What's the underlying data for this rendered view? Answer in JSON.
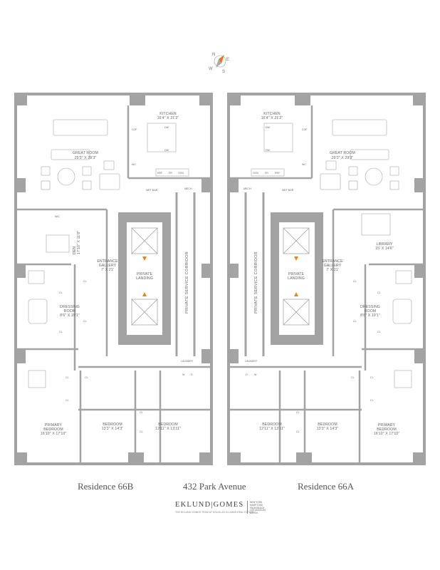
{
  "compass": {
    "n": "N",
    "e": "E",
    "s": "S",
    "w": "W"
  },
  "residence_b": {
    "title": "Residence 66B",
    "great_room": {
      "name": "GREAT ROOM",
      "dims": "29'3\" X 29'3\""
    },
    "kitchen": {
      "name": "KITCHEN",
      "dims": "16'4\" X 21'2\""
    },
    "den": {
      "name": "DEN",
      "dims": "17'10\" X 11'8\""
    },
    "entrance": {
      "name": "ENTRANCE",
      "name2": "GALLERY",
      "dims": "7' X 21'"
    },
    "dressing": {
      "name": "DRESSING",
      "name2": "ROOM",
      "dims": "8'6\" X 19'1\""
    },
    "primary": {
      "name": "PRIMARY",
      "name2": "BEDROOM",
      "dims": "16'10\" X 17'10\""
    },
    "bed1": {
      "name": "BEDROOM",
      "dims": "13'3\" X 14'3\""
    },
    "bed2": {
      "name": "BEDROOM",
      "dims": "12'11\" X 13'11\""
    },
    "wic": "WIC",
    "wet_bar": "WET BAR",
    "mech": "MECH",
    "laundry": "LAUNDRY",
    "cl": "CL",
    "w": "W",
    "d": "D",
    "dw": "DW",
    "cof": "COF",
    "wc": "WC",
    "ref": "REF",
    "fr": "FR",
    "ovn": "OVN"
  },
  "residence_a": {
    "title": "Residence 66A",
    "great_room": {
      "name": "GREAT ROOM",
      "dims": "29'3\" X 29'3\""
    },
    "kitchen": {
      "name": "KITCHEN",
      "dims": "16'4\" X 21'2\""
    },
    "library": {
      "name": "LIBRARY",
      "dims": "15' X 14'6\""
    },
    "entrance": {
      "name": "ENTRANCE",
      "name2": "GALLERY",
      "dims": "7' X 21'"
    },
    "dressing": {
      "name": "DRESSING",
      "name2": "ROOM",
      "dims": "8'6\" X 19'1\""
    },
    "primary": {
      "name": "PRIMARY",
      "name2": "BEDROOM",
      "dims": "16'10\" X 17'10\""
    },
    "bed1": {
      "name": "BEDROOM",
      "dims": "12'11\" X 13'11\""
    },
    "bed2": {
      "name": "BEDROOM",
      "dims": "13'3\" X 14'3\""
    },
    "wet_bar": "WET BAR",
    "mech": "MECH",
    "laundry": "LAUNDRY",
    "cl": "CL",
    "w": "W",
    "d": "D",
    "dw": "DW",
    "cof": "COF",
    "wc": "WC",
    "ref": "REF",
    "fr": "FR",
    "ovn": "OVN"
  },
  "core": {
    "private_landing": "PRIVATE",
    "private_landing2": "LANDING",
    "corridor_label": "PRIVATE SERVICE CORRIDOR"
  },
  "footer": {
    "address": "432 Park Avenue",
    "brand": "EKLUND|GOMES",
    "tagline": "THE EKLUND GOMES TEAM AT DOUGLAS ELLIMAN REAL ESTATE",
    "locations": "NEW YORK\nHAMPTONS\nPALM BEACH\nLOS ANGELES\nASPEN"
  },
  "colors": {
    "wall": "#a3a3a3",
    "fixture": "#bdbdbd",
    "elevator_arrow": "#d98a28",
    "compass_needle": "#e07a2a"
  }
}
